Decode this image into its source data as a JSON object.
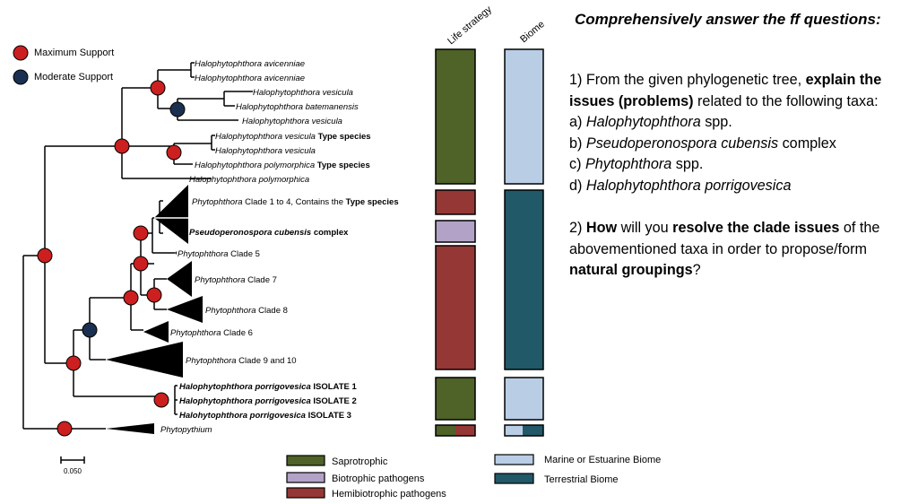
{
  "legend_support": [
    {
      "label": "Maximum Support",
      "color": "#cc1f1f"
    },
    {
      "label": "Moderate Support",
      "color": "#1a3050"
    }
  ],
  "scale_bar": "0.050",
  "column_headers": {
    "life_strategy": "Life strategy",
    "biome": "Biome"
  },
  "colors": {
    "saprotrophic": "#4f6228",
    "biotrophic": "#b3a2c7",
    "hemibiotrophic": "#953735",
    "marine": "#b9cde5",
    "terrestrial": "#215968"
  },
  "taxa": [
    {
      "parts": [
        {
          "t": "Halophytophthora avicenniae",
          "i": true
        }
      ]
    },
    {
      "parts": [
        {
          "t": "Halophytophthora avicenniae",
          "i": true
        }
      ]
    },
    {
      "parts": [
        {
          "t": "Halophytophthora vesicula",
          "i": true
        }
      ]
    },
    {
      "parts": [
        {
          "t": "Halophytophthora batemanensis",
          "i": true
        }
      ]
    },
    {
      "parts": [
        {
          "t": "Halophytophthora vesicula",
          "i": true
        }
      ]
    },
    {
      "parts": [
        {
          "t": "Halophytophthora vesicula",
          "i": true
        },
        {
          "t": " Type species",
          "b": true
        }
      ]
    },
    {
      "parts": [
        {
          "t": "Halophytophthora vesicula",
          "i": true
        }
      ]
    },
    {
      "parts": [
        {
          "t": "Halophytophthora polymorphica",
          "i": true
        },
        {
          "t": " Type species",
          "b": true
        }
      ]
    },
    {
      "parts": [
        {
          "t": "Halophytophthora polymorphica",
          "i": true
        }
      ]
    },
    {
      "parts": [
        {
          "t": "Phytophthora",
          "i": true
        },
        {
          "t": " Clade 1 to 4, Contains the "
        },
        {
          "t": "Type species",
          "b": true
        }
      ]
    },
    {
      "parts": [
        {
          "t": "Pseudoperonospora cubensis",
          "i": true,
          "b": true
        },
        {
          "t": " complex",
          "b": true
        }
      ]
    },
    {
      "parts": [
        {
          "t": "Phytophthora",
          "i": true
        },
        {
          "t": " Clade 5"
        }
      ]
    },
    {
      "parts": [
        {
          "t": "Phytophthora",
          "i": true
        },
        {
          "t": " Clade 7"
        }
      ]
    },
    {
      "parts": [
        {
          "t": "Phytophthora",
          "i": true
        },
        {
          "t": " Clade 8"
        }
      ]
    },
    {
      "parts": [
        {
          "t": "Phytophthora",
          "i": true
        },
        {
          "t": "  Clade 6"
        }
      ]
    },
    {
      "parts": [
        {
          "t": "Phytophthora",
          "i": true
        },
        {
          "t": " Clade 9 and 10"
        }
      ]
    },
    {
      "parts": [
        {
          "t": "Halophytophthora porrigovesica",
          "i": true,
          "b": true
        },
        {
          "t": " ISOLATE 1",
          "b": true
        }
      ]
    },
    {
      "parts": [
        {
          "t": "Halophytophthora porrigovesica",
          "i": true,
          "b": true
        },
        {
          "t": " ISOLATE 2",
          "b": true
        }
      ]
    },
    {
      "parts": [
        {
          "t": "Halohytophthora porrigovesica",
          "i": true,
          "b": true
        },
        {
          "t": " ISOLATE 3",
          "b": true
        }
      ]
    },
    {
      "parts": [
        {
          "t": "Phytopythium",
          "i": true
        }
      ]
    }
  ],
  "trait_legend": [
    {
      "label": "Saprotrophic",
      "color_key": "saprotrophic"
    },
    {
      "label": "Biotrophic pathogens",
      "color_key": "biotrophic"
    },
    {
      "label": "Hemibiotrophic pathogens",
      "color_key": "hemibiotrophic"
    },
    {
      "label": "Marine or Estuarine Biome",
      "color_key": "marine"
    },
    {
      "label": "Terrestrial Biome",
      "color_key": "terrestrial"
    }
  ],
  "questions": {
    "title": "Comprehensively answer the ff questions:",
    "q1_lead": "1) From the given phylogenetic tree, ",
    "q1_bold": "explain the issues (problems)",
    "q1_rest": " related to the following taxa:",
    "a_prefix": "a) ",
    "a_italic": "Halophytophthora",
    "a_rest": " spp.",
    "b_prefix": "b) ",
    "b_italic": "Pseudoperonospora cubensis",
    "b_rest": " complex",
    "c_prefix": "c) ",
    "c_italic": "Phytophthora",
    "c_rest": " spp.",
    "d_prefix": "d) ",
    "d_italic": "Halophytophthora porrigovesica",
    "d_rest": "",
    "q2_lead": "2) ",
    "q2_bold1": "How",
    "q2_mid": " will you ",
    "q2_bold2": "resolve the clade issues",
    "q2_rest": " of the abovementioned taxa in order to propose/form ",
    "q2_bold3": "natural groupings",
    "q2_end": "?"
  }
}
